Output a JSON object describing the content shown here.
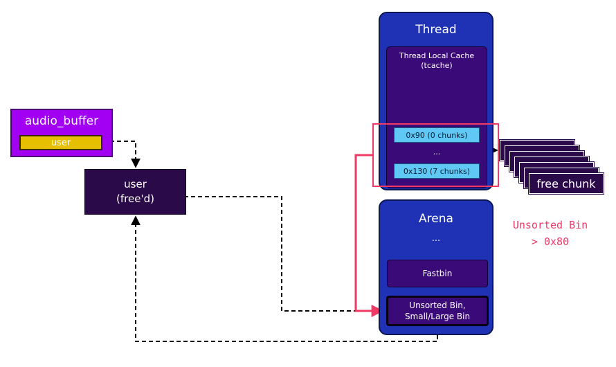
{
  "audio_buffer": {
    "title": "audio_buffer",
    "field": "user"
  },
  "user_chunk": {
    "line1": "user",
    "line2": "(free'd)"
  },
  "thread": {
    "title": "Thread",
    "tcache": {
      "title_line1": "Thread Local Cache",
      "title_line2": "(tcache)",
      "bins": [
        "0x90 (0 chunks)",
        "0x130 (7 chunks)"
      ],
      "ellipsis": "..."
    }
  },
  "arena": {
    "title": "Arena",
    "ellipsis": "...",
    "fastbin": "Fastbin",
    "unsorted_line1": "Unsorted Bin,",
    "unsorted_line2": "Small/Large Bin"
  },
  "free_chunk": {
    "label": "free chunk",
    "count": 7
  },
  "note": {
    "line1": "Unsorted Bin",
    "line2": "> 0x80"
  },
  "colors": {
    "accent_red": "#f03a66",
    "struct_purple": "#a100f2",
    "field_yellow": "#e6c000",
    "container_blue": "#1f32b5",
    "bin_purple": "#3a0a78",
    "chunk_dark": "#2b0a4a",
    "pill_cyan": "#5fc8f5"
  }
}
